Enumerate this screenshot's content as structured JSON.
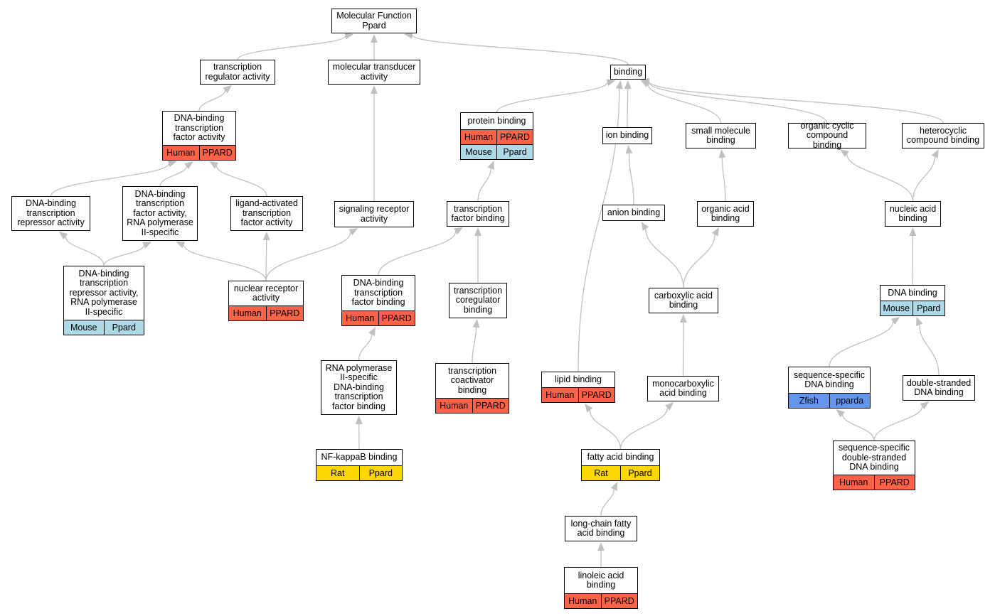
{
  "colors": {
    "human": "#ff6347",
    "mouse": "#add8e6",
    "rat": "#ffd700",
    "zfish": "#6495ed",
    "edge": "#c0c0c0"
  },
  "nodes": [
    {
      "id": "mf",
      "label": "Molecular Function\nPpard"
    },
    {
      "id": "tra",
      "label": "transcription\nregulator activity"
    },
    {
      "id": "mta",
      "label": "molecular transducer\nactivity"
    },
    {
      "id": "bind",
      "label": "binding"
    },
    {
      "id": "dbtfa",
      "label": "DNA-binding\ntranscription\nfactor activity",
      "tags": [
        {
          "org": "human",
          "text": "Human"
        },
        {
          "org": "human",
          "text": "PPARD"
        }
      ]
    },
    {
      "id": "pb",
      "label": "protein binding",
      "tags": [
        {
          "org": "human",
          "text": "Human"
        },
        {
          "org": "human",
          "text": "PPARD"
        },
        {
          "org": "mouse",
          "text": "Mouse"
        },
        {
          "org": "mouse",
          "text": "Ppard"
        }
      ]
    },
    {
      "id": "ionb",
      "label": "ion binding"
    },
    {
      "id": "smb",
      "label": "small molecule\nbinding"
    },
    {
      "id": "occb",
      "label": "organic cyclic\ncompound binding"
    },
    {
      "id": "hccb",
      "label": "heterocyclic\ncompound binding"
    },
    {
      "id": "dbtra",
      "label": "DNA-binding\ntranscription\nrepressor activity"
    },
    {
      "id": "dbtfarna",
      "label": "DNA-binding\ntranscription\nfactor activity,\nRNA polymerase\nII-specific"
    },
    {
      "id": "latfa",
      "label": "ligand-activated\ntranscription\nfactor activity"
    },
    {
      "id": "sra",
      "label": "signaling receptor\nactivity"
    },
    {
      "id": "tfb",
      "label": "transcription\nfactor binding"
    },
    {
      "id": "anb",
      "label": "anion binding"
    },
    {
      "id": "oab",
      "label": "organic acid\nbinding"
    },
    {
      "id": "nab",
      "label": "nucleic acid\nbinding"
    },
    {
      "id": "dbtrarna",
      "label": "DNA-binding\ntranscription\nrepressor activity,\nRNA polymerase\nII-specific",
      "tags": [
        {
          "org": "mouse",
          "text": "Mouse"
        },
        {
          "org": "mouse",
          "text": "Ppard"
        }
      ]
    },
    {
      "id": "nra",
      "label": "nuclear receptor\nactivity",
      "tags": [
        {
          "org": "human",
          "text": "Human"
        },
        {
          "org": "human",
          "text": "PPARD"
        }
      ]
    },
    {
      "id": "dbtfb",
      "label": "DNA-binding\ntranscription\nfactor binding",
      "tags": [
        {
          "org": "human",
          "text": "Human"
        },
        {
          "org": "human",
          "text": "PPARD"
        }
      ]
    },
    {
      "id": "tcb",
      "label": "transcription\ncoregulator\nbinding"
    },
    {
      "id": "cab",
      "label": "carboxylic acid\nbinding"
    },
    {
      "id": "dnab",
      "label": "DNA binding",
      "tags": [
        {
          "org": "mouse",
          "text": "Mouse"
        },
        {
          "org": "mouse",
          "text": "Ppard"
        }
      ]
    },
    {
      "id": "rnap",
      "label": "RNA polymerase\nII-specific\nDNA-binding\ntranscription\nfactor binding"
    },
    {
      "id": "tcab",
      "label": "transcription\ncoactivator\nbinding",
      "tags": [
        {
          "org": "human",
          "text": "Human"
        },
        {
          "org": "human",
          "text": "PPARD"
        }
      ]
    },
    {
      "id": "lipb",
      "label": "lipid binding",
      "tags": [
        {
          "org": "human",
          "text": "Human"
        },
        {
          "org": "human",
          "text": "PPARD"
        }
      ]
    },
    {
      "id": "mcab",
      "label": "monocarboxylic\nacid binding"
    },
    {
      "id": "ssdb",
      "label": "sequence-specific\nDNA binding",
      "tags": [
        {
          "org": "zfish",
          "text": "Zfish"
        },
        {
          "org": "zfish",
          "text": "pparda"
        }
      ]
    },
    {
      "id": "dsdb",
      "label": "double-stranded\nDNA binding"
    },
    {
      "id": "nfkb",
      "label": "NF-kappaB binding",
      "tags": [
        {
          "org": "rat",
          "text": "Rat"
        },
        {
          "org": "rat",
          "text": "Ppard"
        }
      ]
    },
    {
      "id": "fab",
      "label": "fatty acid binding",
      "tags": [
        {
          "org": "rat",
          "text": "Rat"
        },
        {
          "org": "rat",
          "text": "Ppard"
        }
      ]
    },
    {
      "id": "ssdsdb",
      "label": "sequence-specific\ndouble-stranded\nDNA binding",
      "tags": [
        {
          "org": "human",
          "text": "Human"
        },
        {
          "org": "human",
          "text": "PPARD"
        }
      ]
    },
    {
      "id": "lcfab",
      "label": "long-chain fatty\nacid binding"
    },
    {
      "id": "lab",
      "label": "linoleic acid\nbinding",
      "tags": [
        {
          "org": "human",
          "text": "Human"
        },
        {
          "org": "human",
          "text": "PPARD"
        }
      ]
    }
  ],
  "edges": [
    [
      "tra",
      "mf"
    ],
    [
      "mta",
      "mf"
    ],
    [
      "bind",
      "mf"
    ],
    [
      "dbtfa",
      "tra"
    ],
    [
      "pb",
      "bind"
    ],
    [
      "ionb",
      "bind"
    ],
    [
      "smb",
      "bind"
    ],
    [
      "occb",
      "bind"
    ],
    [
      "hccb",
      "bind"
    ],
    [
      "lipb",
      "bind"
    ],
    [
      "dbtra",
      "dbtfa"
    ],
    [
      "dbtfarna",
      "dbtfa"
    ],
    [
      "latfa",
      "dbtfa"
    ],
    [
      "sra",
      "mta"
    ],
    [
      "tfb",
      "pb"
    ],
    [
      "anb",
      "ionb"
    ],
    [
      "oab",
      "smb"
    ],
    [
      "nab",
      "occb"
    ],
    [
      "nab",
      "hccb"
    ],
    [
      "dbtrarna",
      "dbtra"
    ],
    [
      "dbtrarna",
      "dbtfarna"
    ],
    [
      "nra",
      "dbtfarna"
    ],
    [
      "nra",
      "latfa"
    ],
    [
      "nra",
      "sra"
    ],
    [
      "dbtfb",
      "tfb"
    ],
    [
      "tcb",
      "tfb"
    ],
    [
      "cab",
      "anb"
    ],
    [
      "cab",
      "oab"
    ],
    [
      "dnab",
      "nab"
    ],
    [
      "rnap",
      "dbtfb"
    ],
    [
      "tcab",
      "tcb"
    ],
    [
      "mcab",
      "cab"
    ],
    [
      "ssdb",
      "dnab"
    ],
    [
      "dsdb",
      "dnab"
    ],
    [
      "nfkb",
      "rnap"
    ],
    [
      "fab",
      "lipb"
    ],
    [
      "fab",
      "mcab"
    ],
    [
      "ssdsdb",
      "ssdb"
    ],
    [
      "ssdsdb",
      "dsdb"
    ],
    [
      "lcfab",
      "fab"
    ],
    [
      "lab",
      "lcfab"
    ]
  ]
}
